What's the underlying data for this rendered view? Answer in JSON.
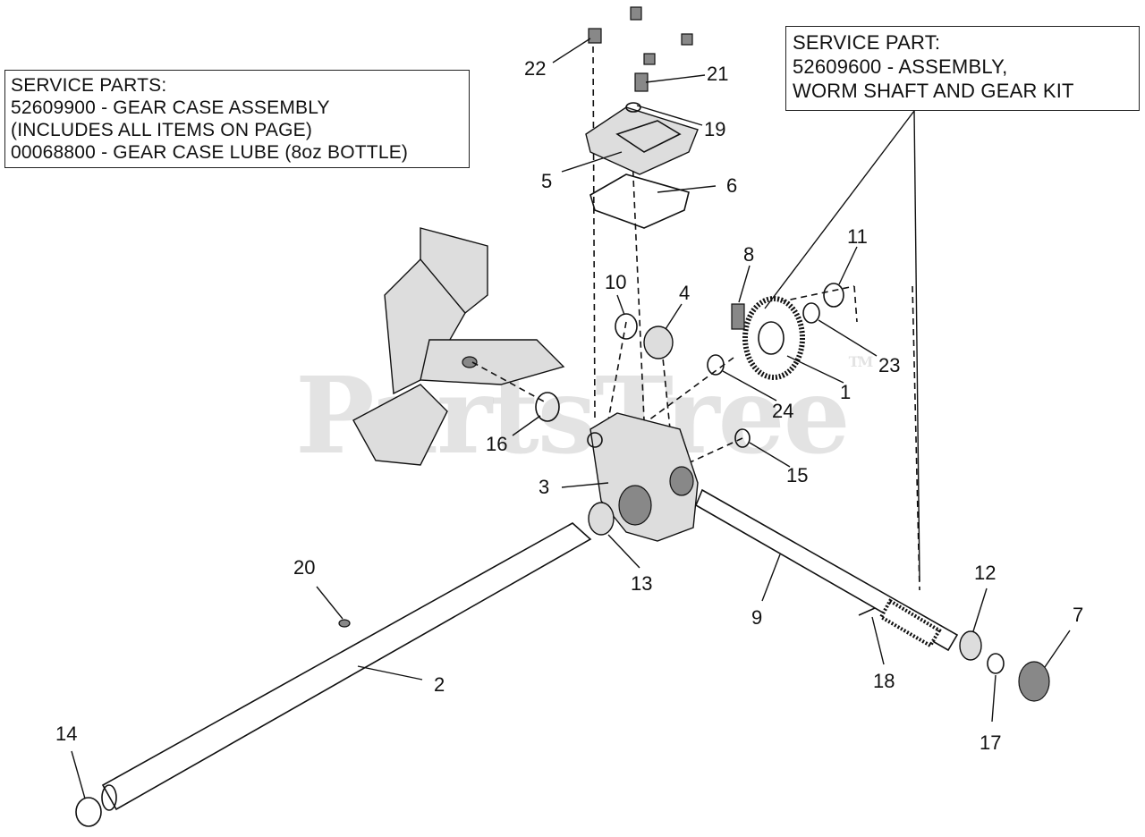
{
  "service_boxes": {
    "left": {
      "lines": [
        "SERVICE PARTS:",
        "52609900 - GEAR CASE ASSEMBLY",
        "(INCLUDES ALL ITEMS ON PAGE)",
        "00068800 - GEAR CASE LUBE (8oz BOTTLE)"
      ]
    },
    "right": {
      "lines": [
        "SERVICE PART:",
        "52609600 - ASSEMBLY,",
        "WORM SHAFT AND GEAR KIT"
      ]
    }
  },
  "watermark": {
    "text": "PartsTree",
    "mark": "TM"
  },
  "callouts": [
    "1",
    "2",
    "3",
    "4",
    "5",
    "6",
    "7",
    "8",
    "9",
    "10",
    "11",
    "12",
    "13",
    "14",
    "15",
    "16",
    "17",
    "18",
    "19",
    "20",
    "21",
    "22",
    "23",
    "24"
  ]
}
